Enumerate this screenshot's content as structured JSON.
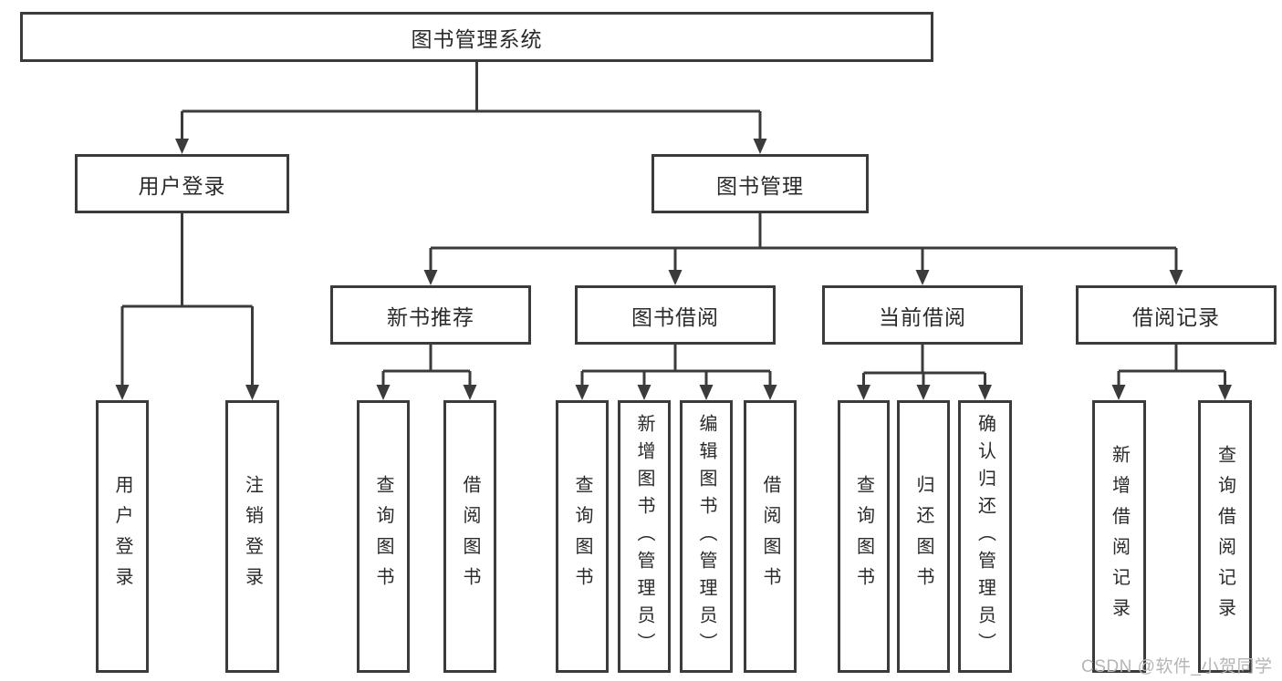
{
  "diagram": {
    "type": "tree",
    "tree": {
      "label": "图书管理系统",
      "children": [
        {
          "label": "用户登录",
          "children": [
            {
              "label": "用户登录"
            },
            {
              "label": "注销登录"
            }
          ]
        },
        {
          "label": "图书管理",
          "children": [
            {
              "label": "新书推荐",
              "children": [
                {
                  "label": "查询图书"
                },
                {
                  "label": "借阅图书"
                }
              ]
            },
            {
              "label": "图书借阅",
              "children": [
                {
                  "label": "查询图书"
                },
                {
                  "label": "新增图书（管理员）"
                },
                {
                  "label": "编辑图书（管理员）"
                },
                {
                  "label": "借阅图书"
                }
              ]
            },
            {
              "label": "当前借阅",
              "children": [
                {
                  "label": "查询图书"
                },
                {
                  "label": "归还图书"
                },
                {
                  "label": "确认归还（管理员）"
                }
              ]
            },
            {
              "label": "借阅记录",
              "children": [
                {
                  "label": "新增借阅记录"
                },
                {
                  "label": "查询借阅记录"
                }
              ]
            }
          ]
        }
      ]
    },
    "watermark": "CSDN @软件_小贺同学",
    "colors": {
      "line": "#3b3b3b",
      "text": "#2a2a2a",
      "watermark": "#b5b5b5",
      "background": "#ffffff"
    }
  }
}
